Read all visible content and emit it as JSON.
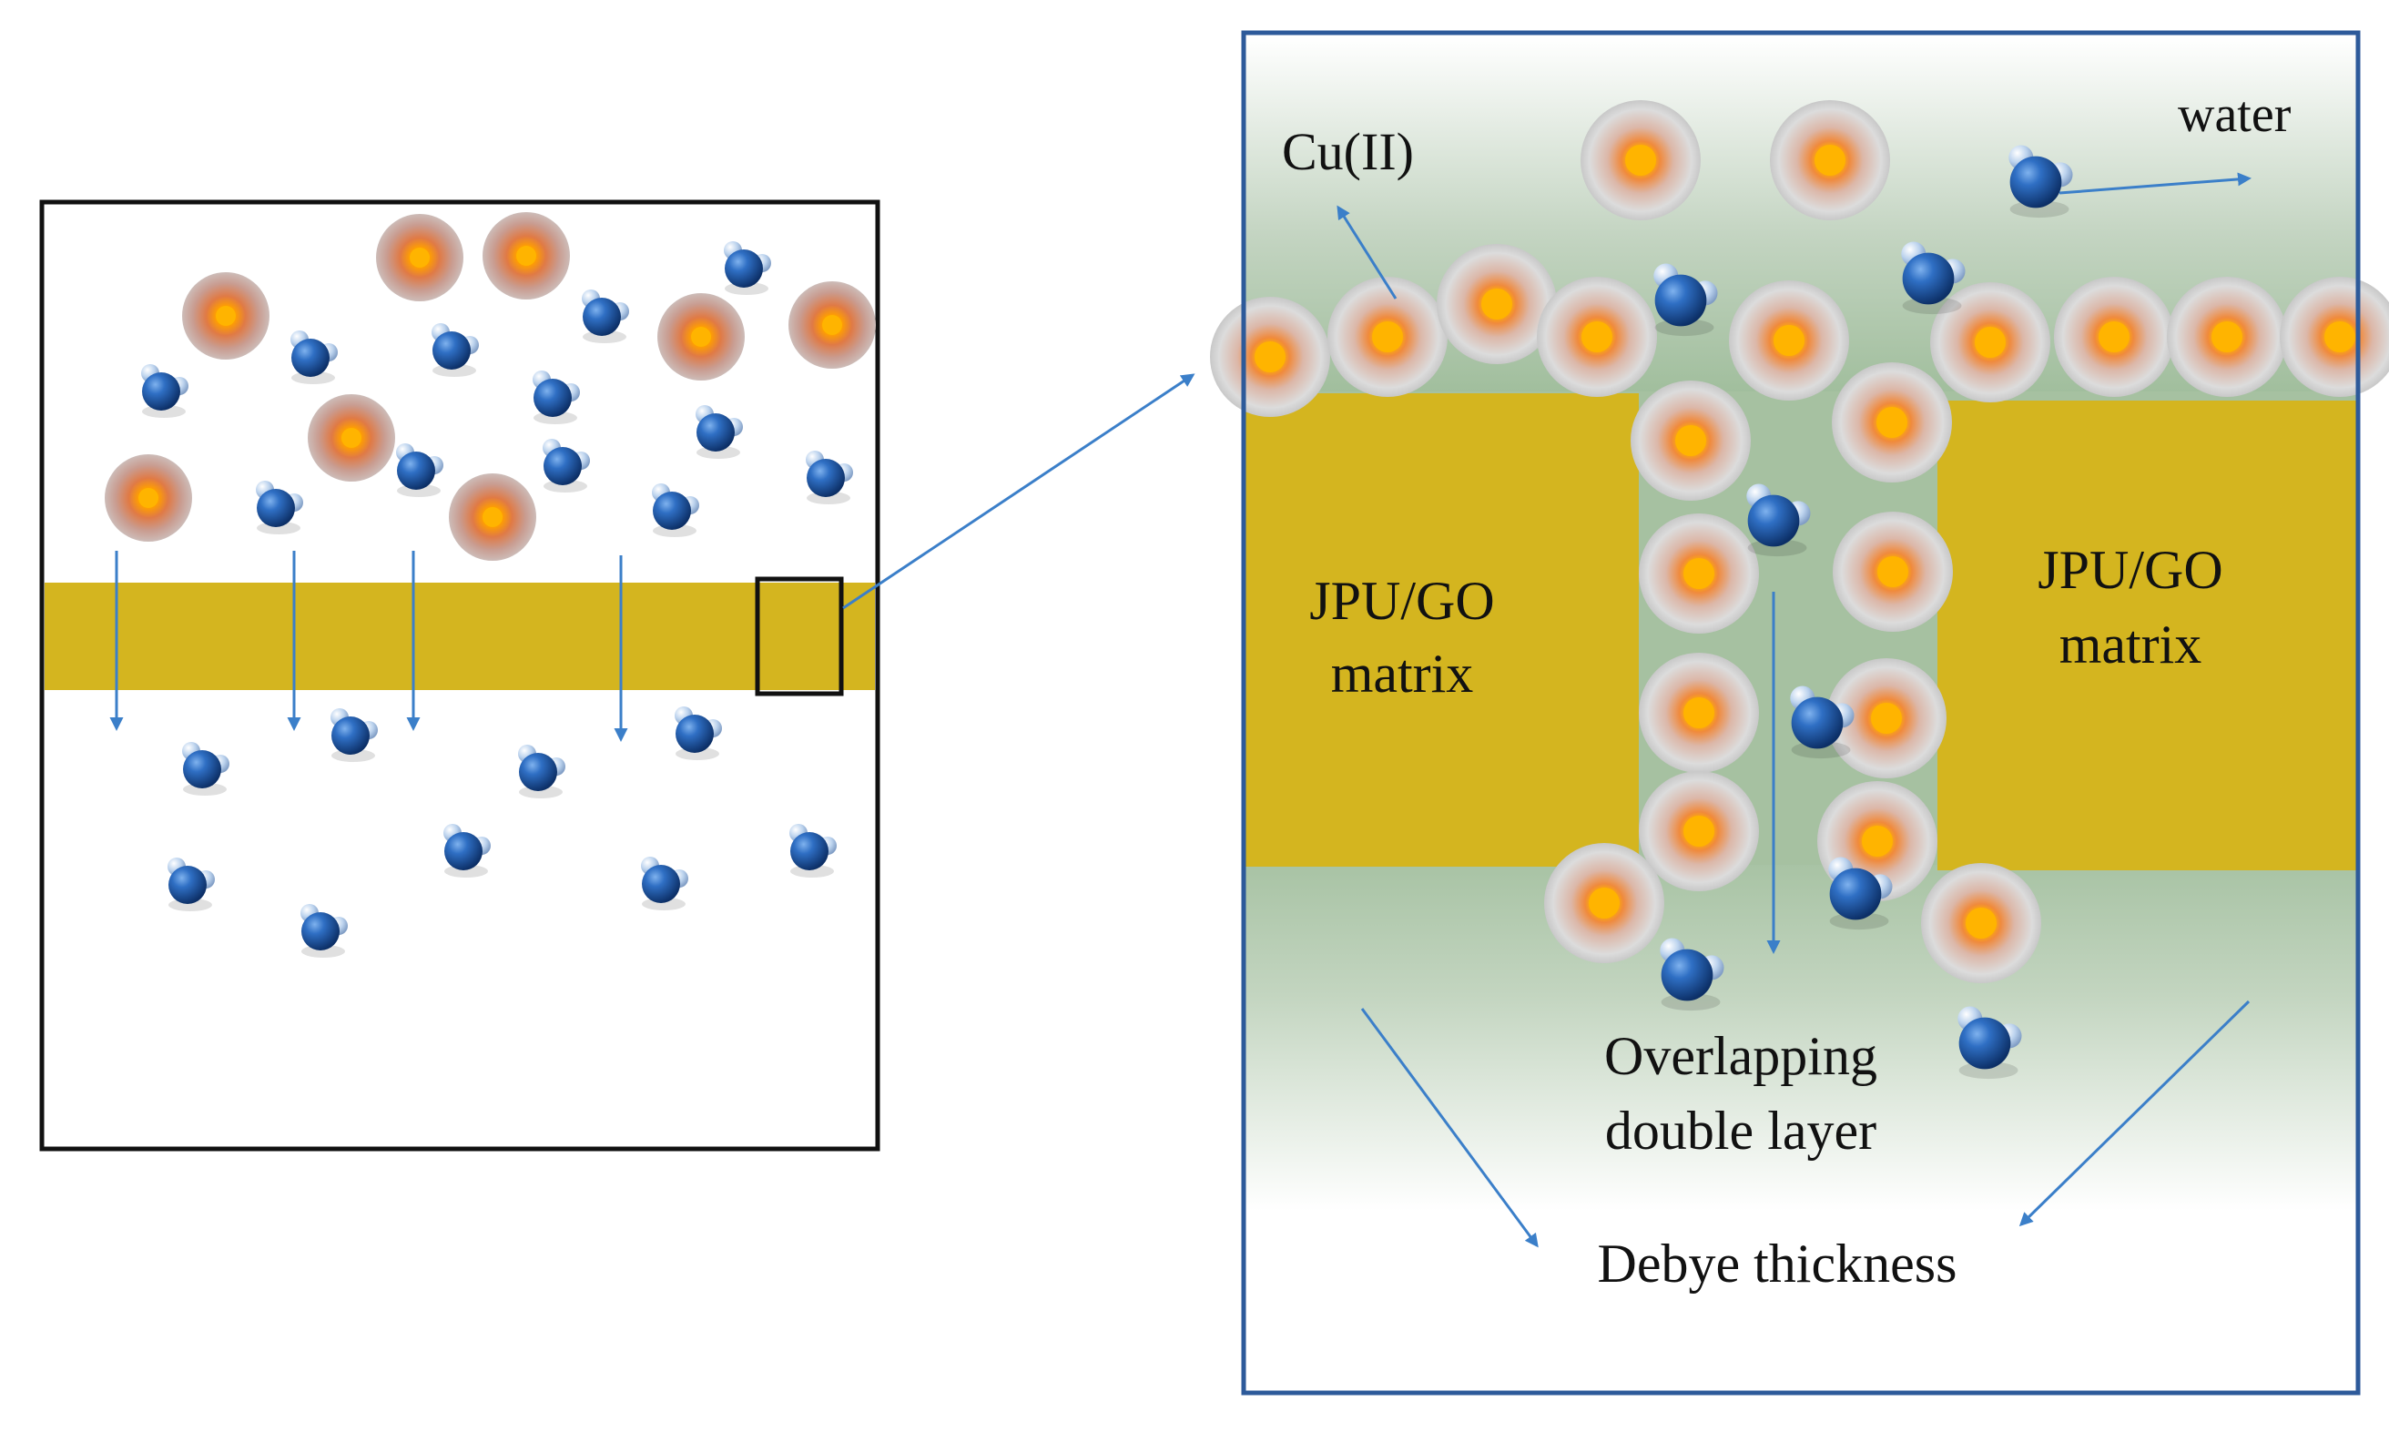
{
  "labels": {
    "cu": "Cu(II)",
    "water": "water",
    "matrix_left_line1": "JPU/GO",
    "matrix_left_line2": "matrix",
    "matrix_right_line1": "JPU/GO",
    "matrix_right_line2": "matrix",
    "overlap_line1": "Overlapping",
    "overlap_line2": "double layer",
    "debye": "Debye thickness"
  },
  "colors": {
    "membrane": "#d4b51f",
    "arrow": "#3b7fc9",
    "frame_right": "#2d5a9a",
    "frame_left": "#111111",
    "ion_core": "#ffb400",
    "water_oxygen": "#17468a",
    "double_layer": "#9fbd9b"
  }
}
